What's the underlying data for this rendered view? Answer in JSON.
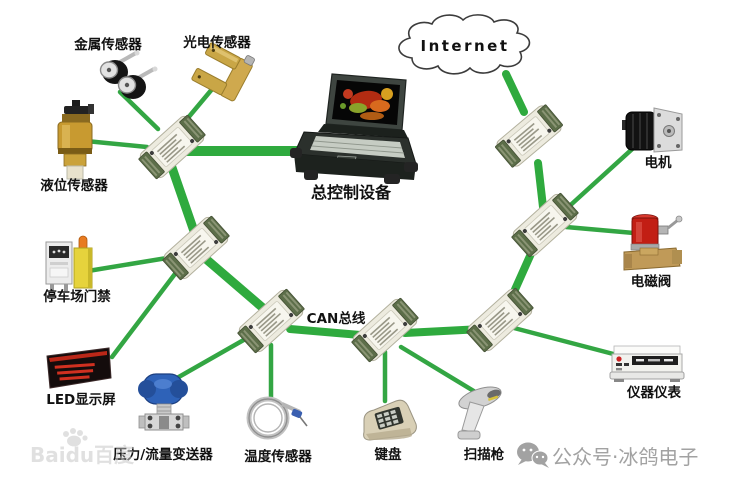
{
  "diagram": {
    "internet_label": "Internet",
    "bus_label": "CAN总线",
    "controller_label": "总控制设备"
  },
  "nodes": {
    "metal_sensor": "金属传感器",
    "photoelectric_sensor": "光电传感器",
    "liquid_level_sensor": "液位传感器",
    "parking_access": "停车场门禁",
    "led_display": "LED显示屏",
    "pressure_flow_transmitter": "压力/流量变送器",
    "temperature_sensor": "温度传感器",
    "keyboard": "键盘",
    "scanner_gun": "扫描枪",
    "instruments": "仪器仪表",
    "solenoid_valve": "电磁阀",
    "motor": "电机"
  },
  "topology": [
    {
      "from": "can_module_a",
      "to": "metal_sensor"
    },
    {
      "from": "can_module_a",
      "to": "photoelectric_sensor"
    },
    {
      "from": "can_module_a",
      "to": "liquid_level_sensor"
    },
    {
      "from": "can_module_a",
      "to": "main_controller"
    },
    {
      "from": "can_module_a",
      "to": "can_module_b"
    },
    {
      "from": "can_module_b",
      "to": "parking_access"
    },
    {
      "from": "can_module_b",
      "to": "led_display"
    },
    {
      "from": "can_module_b",
      "to": "can_module_c"
    },
    {
      "from": "can_module_c",
      "to": "pressure_flow_transmitter"
    },
    {
      "from": "can_module_c",
      "to": "temperature_sensor"
    },
    {
      "from": "can_module_c",
      "to": "can_module_d"
    },
    {
      "from": "can_module_d",
      "to": "keyboard"
    },
    {
      "from": "can_module_d",
      "to": "scanner_gun"
    },
    {
      "from": "can_module_d",
      "to": "can_module_e"
    },
    {
      "from": "can_module_e",
      "to": "instruments"
    },
    {
      "from": "can_module_e",
      "to": "can_module_f"
    },
    {
      "from": "can_module_f",
      "to": "solenoid_valve"
    },
    {
      "from": "can_module_f",
      "to": "motor"
    },
    {
      "from": "can_module_f",
      "to": "can_module_g"
    },
    {
      "from": "can_module_g",
      "to": "internet"
    }
  ],
  "watermarks": {
    "baidu": "Baidu百度",
    "wechat_account": "公众号·冰鸽电子"
  },
  "colors": {
    "bus_line": "#2faa3e",
    "branch_line": "#33a643",
    "module_body": "#edebdf",
    "module_terminal": "#5c6e49",
    "led_panel": "#140c0c",
    "led_text": "#d03020",
    "solenoid_red": "#c21e14",
    "valve_brass": "#c09a58",
    "transmitter_blue": "#2e62b8",
    "photoelectric_yellow": "#cfa94e",
    "watermark_gray": "#a2a2a2"
  }
}
